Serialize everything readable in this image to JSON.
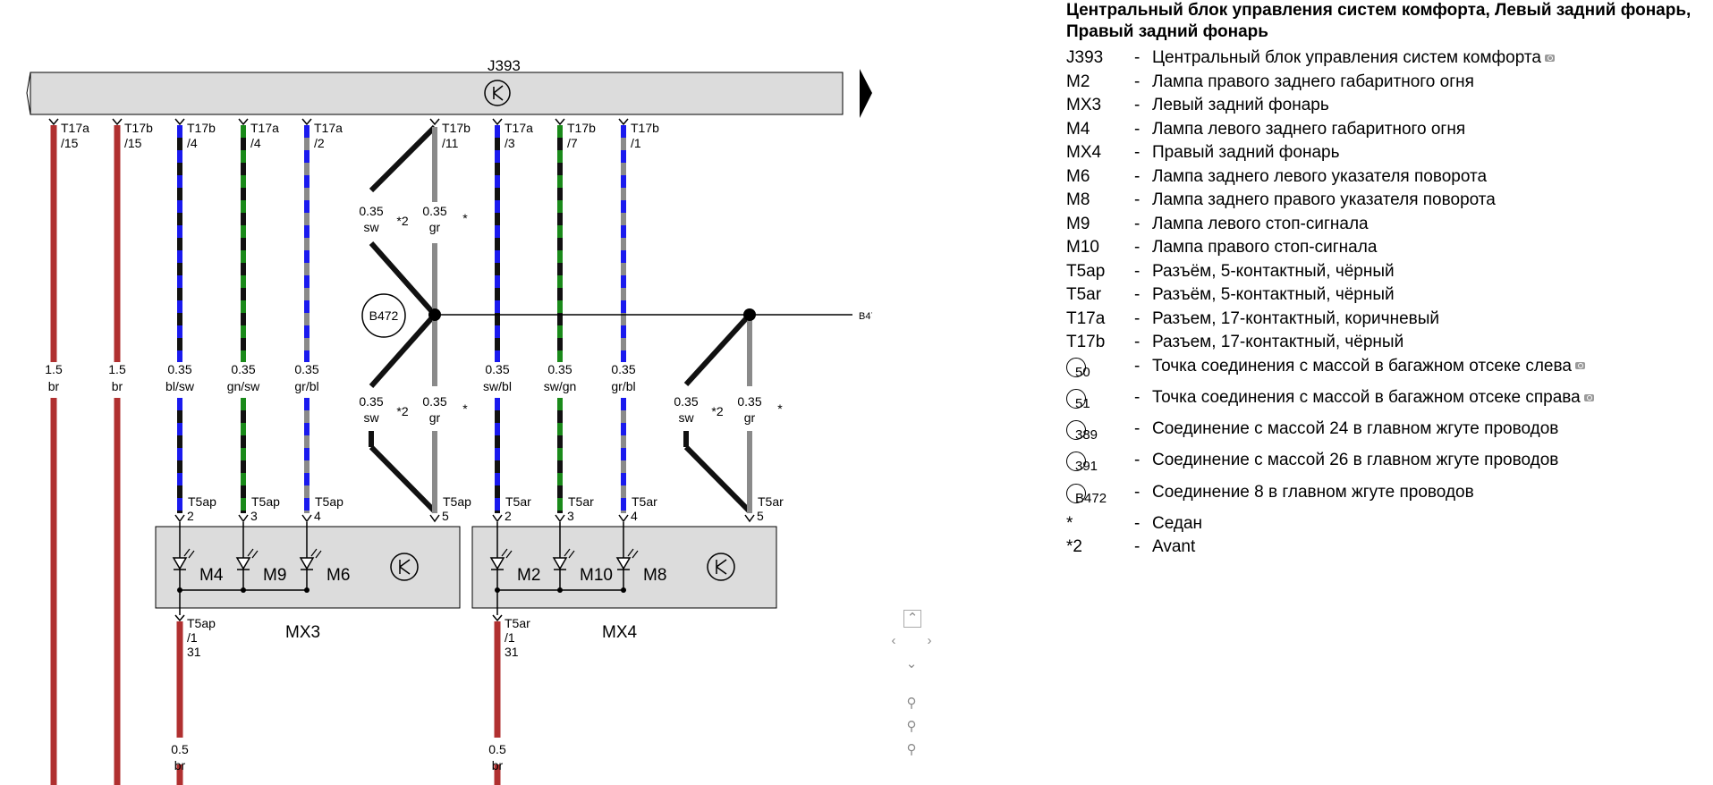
{
  "diagram": {
    "control_unit_label": "J393",
    "ground_ref_label": "B472",
    "ground_ref_node": "B472",
    "pins_top": [
      {
        "id": "p1",
        "pin": "T17a",
        "num": "/15",
        "size": "1.5",
        "color": "br"
      },
      {
        "id": "p2",
        "pin": "T17b",
        "num": "/15",
        "size": "1.5",
        "color": "br"
      },
      {
        "id": "p3",
        "pin": "T17b",
        "num": "/4",
        "size": "0.35",
        "color": "bl/sw"
      },
      {
        "id": "p4",
        "pin": "T17a",
        "num": "/4",
        "size": "0.35",
        "color": "gn/sw"
      },
      {
        "id": "p5",
        "pin": "T17a",
        "num": "/2",
        "size": "0.35",
        "color": "gr/bl"
      },
      {
        "id": "p6",
        "pin": "T17b",
        "num": "/11"
      },
      {
        "id": "p7",
        "pin": "T17a",
        "num": "/3",
        "size": "0.35",
        "color": "sw/bl"
      },
      {
        "id": "p8",
        "pin": "T17b",
        "num": "/7",
        "size": "0.35",
        "color": "sw/gn"
      },
      {
        "id": "p9",
        "pin": "T17b",
        "num": "/1",
        "size": "0.35",
        "color": "gr/bl"
      }
    ],
    "split_wires": {
      "size": "0.35",
      "black": "sw",
      "grey": "gr",
      "variant_a": "*2",
      "variant_b": "*"
    },
    "connectors_bottom": [
      {
        "pin": "T5ap",
        "num": "2"
      },
      {
        "pin": "T5ap",
        "num": "3"
      },
      {
        "pin": "T5ap",
        "num": "4"
      },
      {
        "pin": "T5ap",
        "num": "5"
      },
      {
        "pin": "T5ar",
        "num": "2"
      },
      {
        "pin": "T5ar",
        "num": "3"
      },
      {
        "pin": "T5ar",
        "num": "4"
      },
      {
        "pin": "T5ar",
        "num": "5"
      }
    ],
    "lamp_units": [
      {
        "name": "MX3",
        "lamps": [
          "M4",
          "M9",
          "M6"
        ],
        "ground_pin": "T5ap",
        "ground_num": "/1",
        "ground_id": "31",
        "wire_size": "0.5",
        "wire_color": "br"
      },
      {
        "name": "MX4",
        "lamps": [
          "M2",
          "M10",
          "M8"
        ],
        "ground_pin": "T5ar",
        "ground_num": "/1",
        "ground_id": "31",
        "wire_size": "0.5",
        "wire_color": "br"
      }
    ]
  },
  "legend": {
    "title": "Центральный блок управления систем комфорта, Левый задний фонарь, Правый задний фонарь",
    "items": [
      {
        "code": "J393",
        "dash": "-",
        "desc": "Центральный блок управления систем комфорта",
        "photo": true
      },
      {
        "code": "M2",
        "dash": "-",
        "desc": "Лампа правого заднего габаритного огня"
      },
      {
        "code": "MX3",
        "dash": "-",
        "desc": "Левый задний фонарь"
      },
      {
        "code": "M4",
        "dash": "-",
        "desc": "Лампа левого заднего габаритного огня"
      },
      {
        "code": "MX4",
        "dash": "-",
        "desc": "Правый задний фонарь"
      },
      {
        "code": "M6",
        "dash": "-",
        "desc": "Лампа заднего левого указателя поворота"
      },
      {
        "code": "M8",
        "dash": "-",
        "desc": "Лампа заднего правого указателя поворота"
      },
      {
        "code": "M9",
        "dash": "-",
        "desc": "Лампа левого стоп-сигнала"
      },
      {
        "code": "M10",
        "dash": "-",
        "desc": "Лампа правого стоп-сигнала"
      },
      {
        "code": "T5ap",
        "dash": "-",
        "desc": "Разъём, 5-контактный, чёрный"
      },
      {
        "code": "T5ar",
        "dash": "-",
        "desc": "Разъём, 5-контактный, чёрный"
      },
      {
        "code": "T17a",
        "dash": "-",
        "desc": "Разъем, 17-контактный, коричневый"
      },
      {
        "code": "T17b",
        "dash": "-",
        "desc": "Разъем, 17-контактный, чёрный"
      }
    ],
    "ground_points": [
      {
        "code": "50",
        "dash": "-",
        "desc": "Точка соединения с массой в багажном отсеке слева",
        "photo": true
      },
      {
        "code": "51",
        "dash": "-",
        "desc": "Точка соединения с массой в багажном отсеке справа",
        "photo": true
      },
      {
        "code": "389",
        "dash": "-",
        "desc": "Соединение с массой 24 в главном жгуте проводов"
      },
      {
        "code": "391",
        "dash": "-",
        "desc": "Соединение с массой 26 в главном жгуте проводов"
      },
      {
        "code": "B472",
        "dash": "-",
        "desc": "Соединение 8 в главном жгуте проводов"
      }
    ],
    "notes": [
      {
        "code": "*",
        "dash": "-",
        "desc": "Седан"
      },
      {
        "code": "*2",
        "dash": "-",
        "desc": "Avant"
      }
    ]
  },
  "colors": {
    "brown": "#b03030",
    "black": "#111111",
    "blue": "#1a1aee",
    "green": "#1a8a1a",
    "grey": "#8a8a8a",
    "unit_fill": "#dcdcdc"
  },
  "nav_icons": [
    "arrow-up-icon",
    "arrow-left-icon",
    "arrow-right-icon",
    "arrow-down-icon",
    "zoom-icon",
    "zoom-in-icon",
    "zoom-out-icon"
  ]
}
